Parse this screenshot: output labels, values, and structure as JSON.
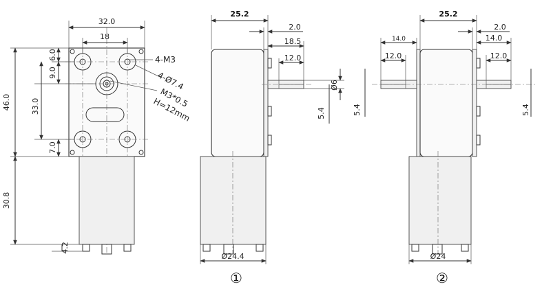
{
  "front_view": {
    "dims": {
      "width": "32.0",
      "hole_spacing": "18",
      "height": "46.0",
      "top_offset": "6.0",
      "shaft_offset": "9.0",
      "hole_vertical": "33.0",
      "bottom_offset": "7.0",
      "motor_length": "30.8",
      "terminal": "4.2"
    },
    "callouts": {
      "screws": "4-M3",
      "bosses": "4-Ø7.4",
      "thread": "M3*0.5",
      "depth": "H=12mm"
    }
  },
  "side_view_1": {
    "dims": {
      "gearbox_width": "25.2",
      "plate": "2.0",
      "shaft_reach": "18.5",
      "shaft_length": "12.0",
      "shaft_dia": "Ø6",
      "flat": "5.4",
      "motor_dia": "Ø24.4"
    },
    "label": "①"
  },
  "side_view_2": {
    "dims": {
      "gearbox_width": "25.2",
      "plate": "2.0",
      "left_reach": "14.0",
      "left_shaft": "12.0",
      "right_reach": "14.0",
      "right_shaft": "12.0",
      "left_flat": "5.4",
      "right_flat": "5.4",
      "motor_dia": "Ø24"
    },
    "label": "②"
  }
}
